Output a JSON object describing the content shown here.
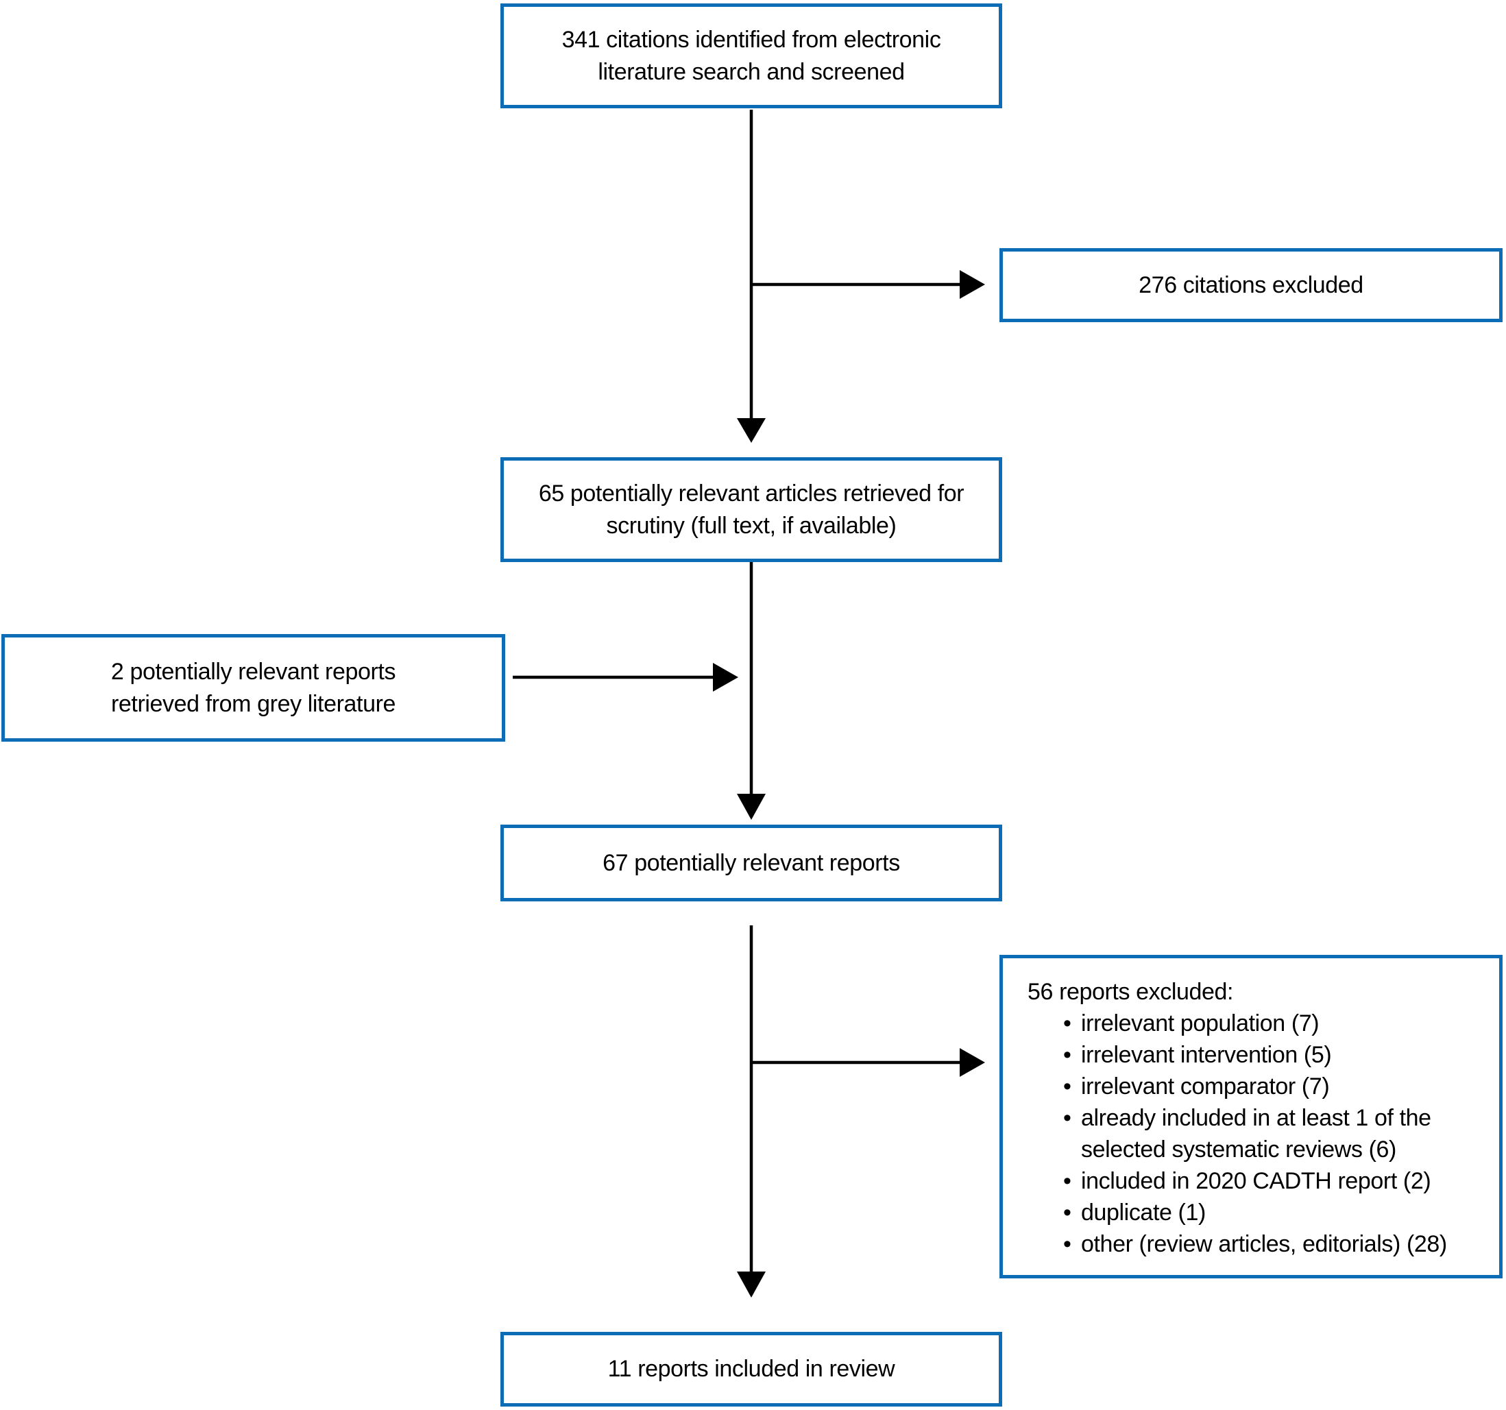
{
  "theme": {
    "box_border_color": "#0d6cb6",
    "arrow_color": "#000000",
    "text_color": "#000000",
    "background_color": "#ffffff"
  },
  "flow": {
    "citations_identified": {
      "text": "341 citations identified from electronic literature search and screened"
    },
    "citations_excluded": {
      "text": "276 citations excluded"
    },
    "articles_retrieved": {
      "text": "65 potentially relevant articles retrieved for scrutiny (full text, if available)"
    },
    "grey_literature": {
      "text": "2 potentially relevant reports retrieved from grey literature"
    },
    "potentially_relevant_reports": {
      "text": "67 potentially relevant reports"
    },
    "reports_excluded": {
      "title": "56 reports excluded:",
      "reasons": [
        "irrelevant population (7)",
        "irrelevant intervention (5)",
        "irrelevant comparator (7)",
        "already included in at least 1 of the selected systematic reviews (6)",
        "included in 2020 CADTH report (2)",
        "duplicate (1)",
        "other (review articles, editorials) (28)"
      ]
    },
    "included_in_review": {
      "text": "11 reports included in review"
    }
  }
}
